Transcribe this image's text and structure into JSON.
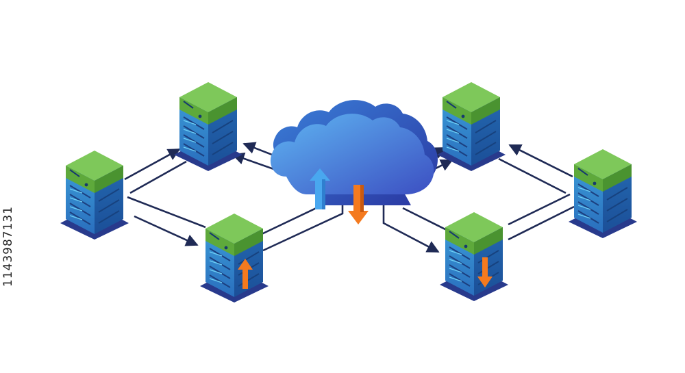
{
  "image_meta": {
    "stock_id": "1143987131"
  },
  "palette": {
    "server_top": "#7ec85a",
    "server_top_side": "#5ea93b",
    "server_front": "#2f86c9",
    "server_side": "#1f5fa6",
    "server_base": "#283a8c",
    "cloud_light": "#5fb6f2",
    "cloud_dark": "#3c4fc2",
    "arrow_blue": "#49a7ef",
    "arrow_orange": "#f47a1f",
    "connector": "#1f2a55"
  },
  "diagram": {
    "nodes": [
      {
        "id": "cloud",
        "kind": "cloud"
      },
      {
        "id": "server-left",
        "kind": "server"
      },
      {
        "id": "server-top-left",
        "kind": "server"
      },
      {
        "id": "server-bottom-left",
        "kind": "server",
        "badge": "upload-arrow"
      },
      {
        "id": "server-top-right",
        "kind": "server"
      },
      {
        "id": "server-bottom-right",
        "kind": "server",
        "badge": "download-arrow"
      },
      {
        "id": "server-right",
        "kind": "server"
      }
    ],
    "edges": [
      {
        "from": "server-left",
        "to": "server-top-left"
      },
      {
        "from": "server-left",
        "to": "server-bottom-left"
      },
      {
        "from": "cloud",
        "to": "server-top-left"
      },
      {
        "from": "server-bottom-left",
        "to": "cloud"
      },
      {
        "from": "cloud",
        "to": "server-top-right"
      },
      {
        "from": "cloud",
        "to": "server-bottom-right"
      },
      {
        "from": "server-right",
        "to": "server-top-right"
      },
      {
        "from": "server-bottom-right",
        "to": "server-right"
      }
    ]
  }
}
